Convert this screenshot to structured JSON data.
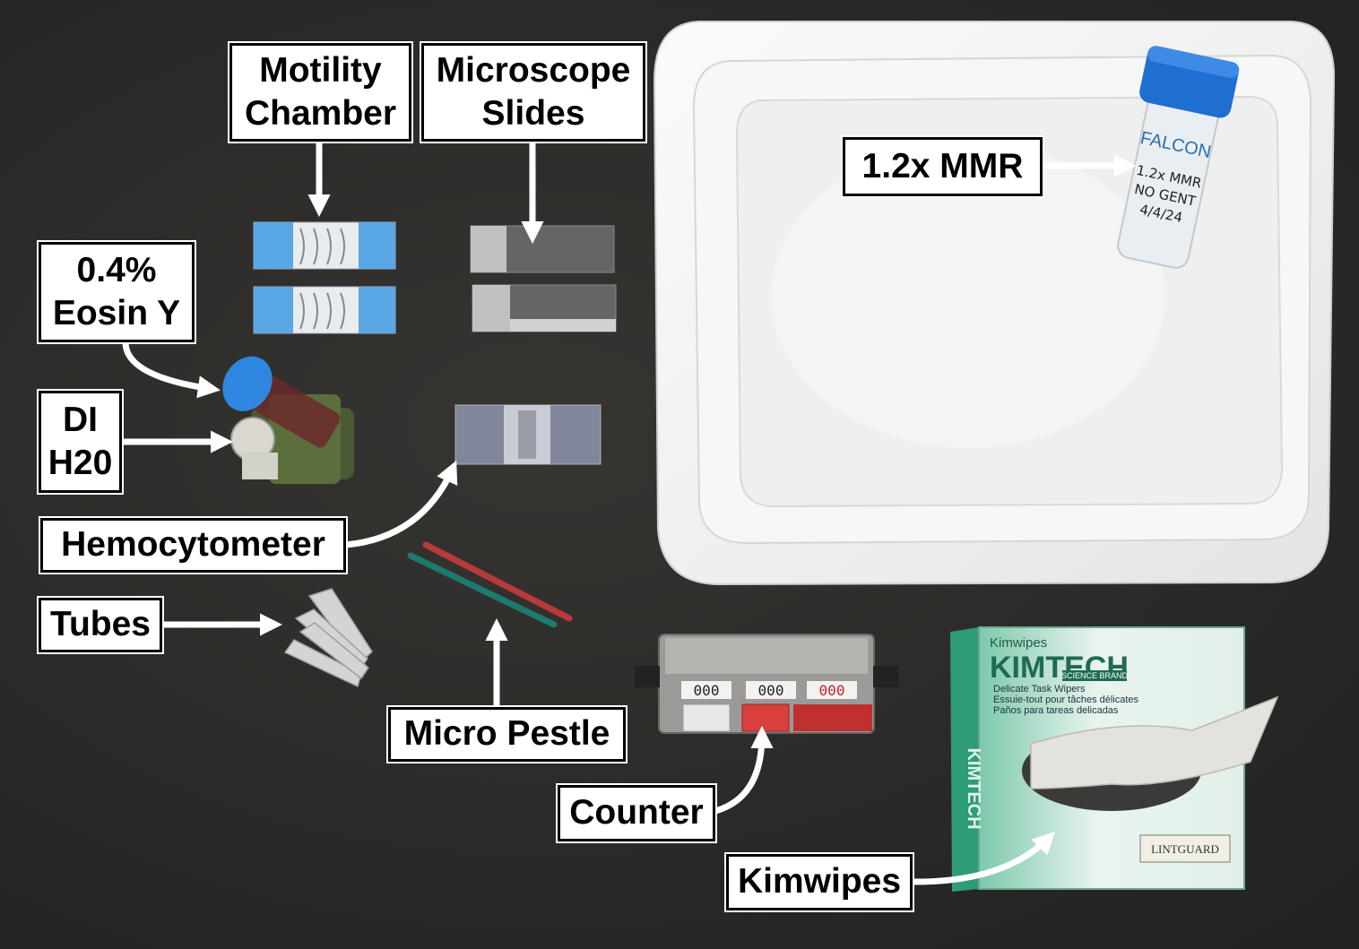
{
  "labels": {
    "motility_chamber": "Motility\nChamber",
    "microscope_slides": "Microscope\nSlides",
    "mmr": "1.2x MMR",
    "eosin": "0.4%\nEosin Y",
    "di_water": "DI\nH20",
    "hemocytometer": "Hemocytometer",
    "tubes": "Tubes",
    "micro_pestle": "Micro Pestle",
    "counter": "Counter",
    "kimwipes": "Kimwipes"
  },
  "falcon_tube": {
    "brand": "FALCON",
    "handwriting": "1.2x MMR\nNO GENT\n4/4/24"
  },
  "kimwipes_box": {
    "brand_small": "Kimwipes",
    "brand_large": "KIMTECH",
    "brand_sub": "SCIENCE BRAND",
    "desc_en": "Delicate Task Wipers",
    "desc_fr": "Essuie-tout pour tâches délicates",
    "desc_es": "Paños para tareas delicadas",
    "seal": "LINTGUARD",
    "side_text": "KIMTECH"
  },
  "counter_digits": [
    "000",
    "000",
    "000"
  ],
  "colors": {
    "background": "#2b2a28",
    "label_bg": "#ffffff",
    "styrofoam": "#f2f2f2",
    "falcon_cap": "#1e6fd0",
    "kimwipes_green": "#3aa88a",
    "counter_red": "#d8403c"
  }
}
